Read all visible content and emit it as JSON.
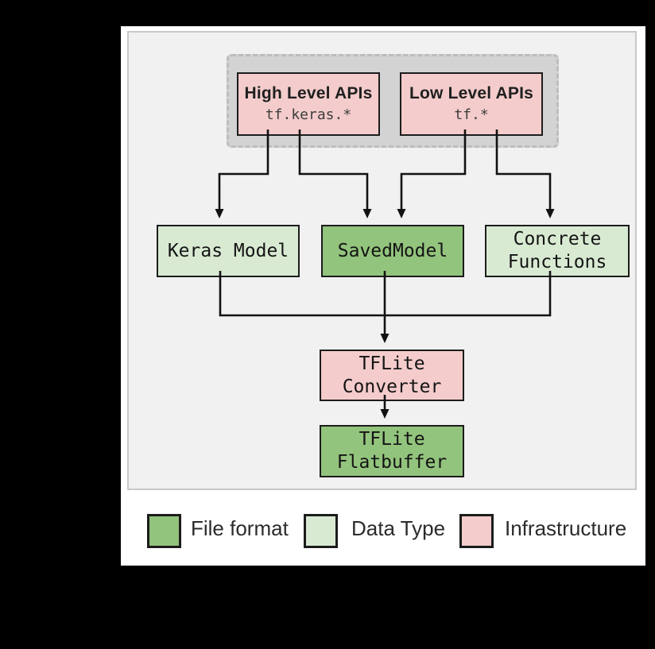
{
  "diagram": {
    "api_group": {
      "high_level": {
        "title": "High Level APIs",
        "subtitle": "tf.keras.*"
      },
      "low_level": {
        "title": "Low Level APIs",
        "subtitle": "tf.*"
      }
    },
    "nodes": {
      "keras_model": {
        "label": "Keras Model"
      },
      "saved_model": {
        "label": "SavedModel"
      },
      "concrete_functions": {
        "line1": "Concrete",
        "line2": "Functions"
      },
      "tflite_converter": {
        "line1": "TFLite",
        "line2": "Converter"
      },
      "tflite_flatbuffer": {
        "line1": "TFLite",
        "line2": "Flatbuffer"
      }
    },
    "legend": [
      {
        "label": "File format",
        "color": "#93c47d"
      },
      {
        "label": "Data Type",
        "color": "#d9ead3"
      },
      {
        "label": "Infrastructure",
        "color": "#f4cccc"
      }
    ],
    "colors": {
      "file_format": "#93c47d",
      "data_type": "#d9ead3",
      "infrastructure": "#f4cccc",
      "panel_background": "#f1f1f1",
      "api_container_background": "#d3d3d3",
      "connector_line": "#121212"
    }
  }
}
